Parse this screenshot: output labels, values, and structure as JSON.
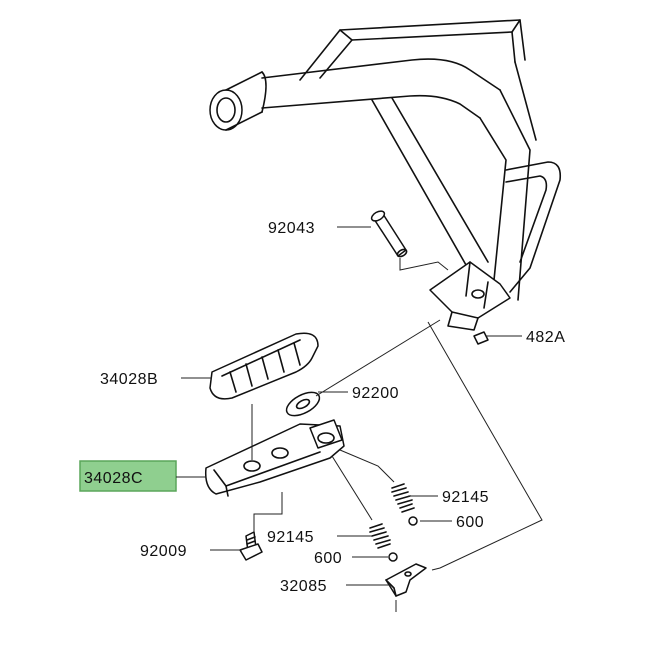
{
  "colors": {
    "highlight_fill": "#8fcf8f",
    "highlight_border": "#5aa55a",
    "line": "#111111",
    "background": "#ffffff"
  },
  "parts": {
    "p92043": "92043",
    "p482A": "482A",
    "p34028B": "34028B",
    "p92200": "92200",
    "p34028C": "34028C",
    "p92145_right": "92145",
    "p600_right": "600",
    "p92145_left": "92145",
    "p600_left": "600",
    "p92009": "92009",
    "p32085": "32085"
  },
  "highlighted_part": "34028C"
}
